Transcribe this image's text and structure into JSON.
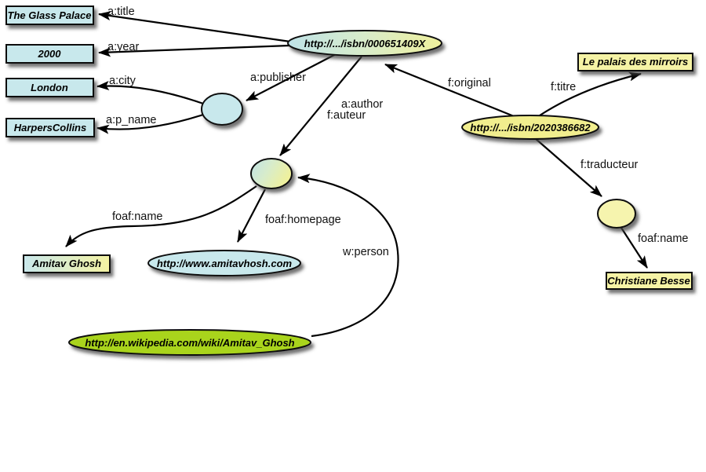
{
  "diagram": {
    "type": "rdf-graph",
    "colors": {
      "literal_blue": "#c8e8ec",
      "literal_yellow": "#f5f3a5",
      "resource_yellow": "#f1ee8e",
      "bnode_yellow": "#f6f4ae",
      "wiki_green": "#a9d41c",
      "outline": "#111111",
      "edge": "#000000"
    },
    "nodes": {
      "isbn_en": "http://.../isbn/000651409X",
      "isbn_fr": "http://.../isbn/2020386682",
      "homepage": "http://www.amitavhosh.com",
      "wikipedia": "http://en.wikipedia.com/wiki/Amitav_Ghosh"
    },
    "literals": {
      "title_en": "The Glass Palace",
      "year": "2000",
      "city": "London",
      "publisher": "HarpersCollins",
      "author": "Amitav Ghosh",
      "title_fr": "Le palais des mirroirs",
      "translator": "Christiane Besse"
    },
    "edges": {
      "a_title": "a:title",
      "a_year": "a:year",
      "a_city": "a:city",
      "a_p_name": "a:p_name",
      "a_publisher": "a:publisher",
      "a_author": "a:author",
      "f_auteur": "f:auteur",
      "f_original": "f:original",
      "f_titre": "f:titre",
      "f_traducteur": "f:traducteur",
      "foaf_name_author": "foaf:name",
      "foaf_homepage": "foaf:homepage",
      "w_person": "w:person",
      "foaf_name_translator": "foaf:name"
    }
  }
}
